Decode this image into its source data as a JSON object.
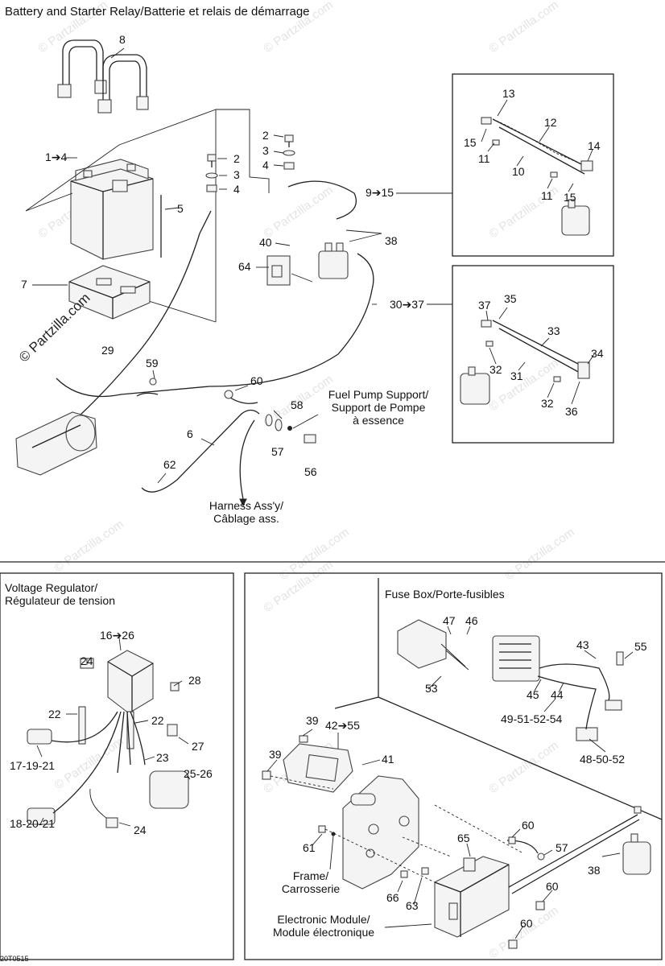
{
  "diagram": {
    "title": "Battery and Starter Relay/Batterie et relais de démarrage",
    "watermark": "© Partzilla.com",
    "image_code": "20T0515",
    "callouts": {
      "c8": "8",
      "c1to4": "1➔4",
      "c2a": "2",
      "c3a": "3",
      "c4a": "4",
      "c5": "5",
      "c2b": "2",
      "c3b": "3",
      "c4b": "4",
      "c7": "7",
      "c9to15": "9➔15",
      "c40": "40",
      "c64": "64",
      "c38a": "38",
      "c30to37": "30➔37",
      "c29": "29",
      "c59": "59",
      "c60a": "60",
      "c58": "58",
      "c57a": "57",
      "c56": "56",
      "c6": "6",
      "c62": "62",
      "c13": "13",
      "c12": "12",
      "c14": "14",
      "c15a": "15",
      "c11a": "11",
      "c10": "10",
      "c11b": "11",
      "c15b": "15",
      "c35": "35",
      "c37": "37",
      "c33": "33",
      "c34": "34",
      "c32a": "32",
      "c31": "31",
      "c32b": "32",
      "c36": "36",
      "c16to26": "16➔26",
      "c24a": "24",
      "c28": "28",
      "c22a": "22",
      "c22b": "22",
      "c27": "27",
      "c17_19_21": "17-19-21",
      "c23": "23",
      "c25_26": "25-26",
      "c18_20_21": "18-20-21",
      "c24b": "24",
      "c47": "47",
      "c46": "46",
      "c43": "43",
      "c55a": "55",
      "c53": "53",
      "c45": "45",
      "c44": "44",
      "c49_54": "49-51-52-54",
      "c48_52": "48-50-52",
      "c39a": "39",
      "c42to55": "42➔55",
      "c39b": "39",
      "c41": "41",
      "c60b": "60",
      "c61": "61",
      "c65": "65",
      "c57b": "57",
      "c38b": "38",
      "c66": "66",
      "c63": "63",
      "c60c": "60",
      "c60d": "60"
    },
    "notes": {
      "fuel_pump_1": "Fuel Pump Support/",
      "fuel_pump_2": "Support de Pompe",
      "fuel_pump_3": "à essence",
      "harness_1": "Harness Ass'y/",
      "harness_2": "Câblage ass.",
      "frame_1": "Frame/",
      "frame_2": "Carrosserie",
      "module_1": "Electronic Module/",
      "module_2": "Module électronique"
    },
    "boxes": {
      "voltage_regulator_1": "Voltage Regulator/",
      "voltage_regulator_2": "Régulateur de tension",
      "fuse_box": "Fuse Box/Porte-fusibles"
    }
  }
}
